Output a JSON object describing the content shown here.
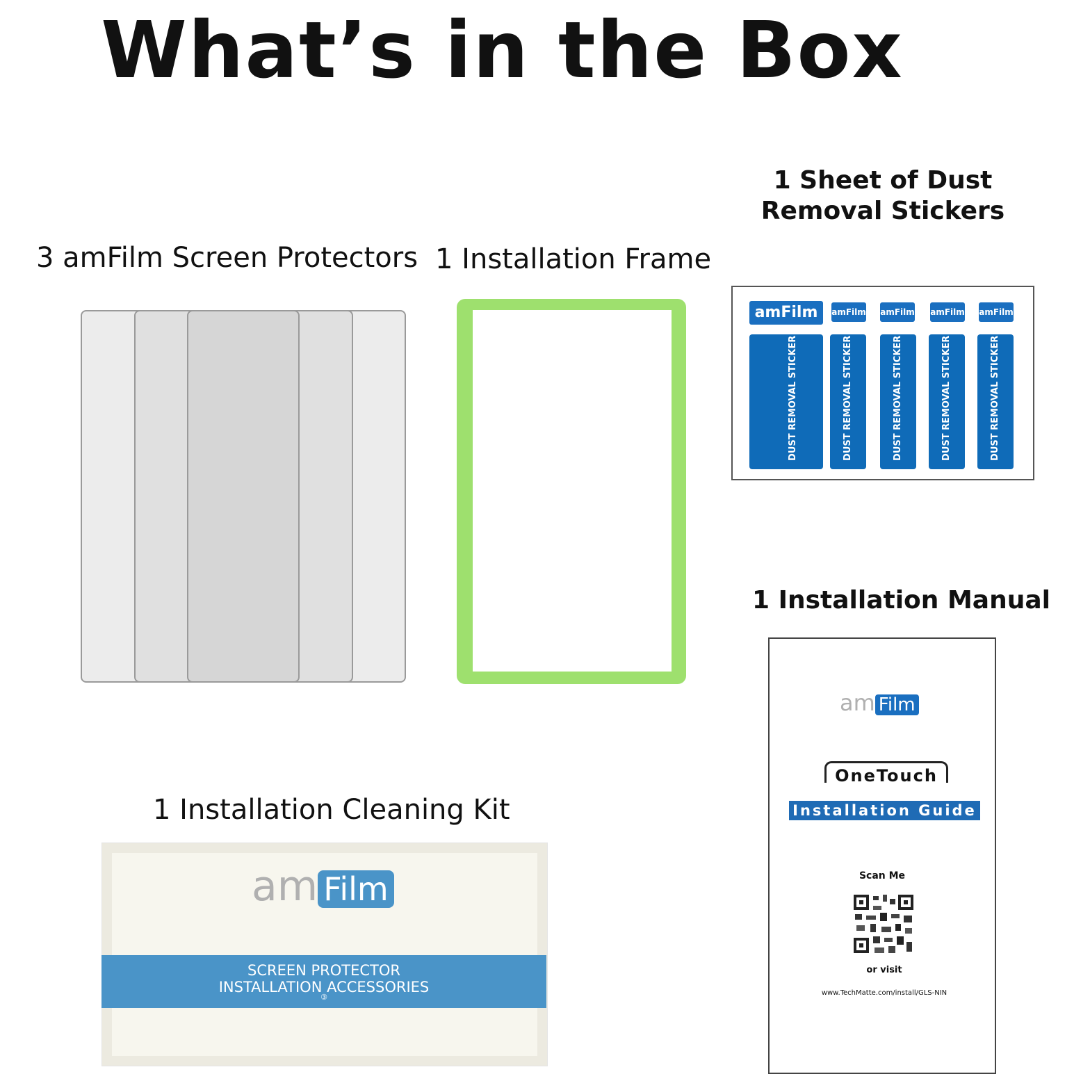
{
  "title": "What’s in the Box",
  "items": {
    "protectors": {
      "label": "3 amFilm Screen Protectors"
    },
    "frame": {
      "label": "1 Installation Frame"
    },
    "stickers": {
      "label_line1": "1 Sheet of Dust",
      "label_line2": "Removal Stickers",
      "strip_text": "DUST REMOVAL STICKER",
      "brand_am": "am",
      "brand_film": "Film"
    },
    "manual": {
      "label": "1 Installation Manual",
      "brand_am": "am",
      "brand_film": "Film",
      "onetouch": "OneTouch",
      "guide": "Installation Guide",
      "scan": "Scan Me",
      "or_visit": "or visit",
      "url": "www.TechMatte.com/install/GLS-NIN"
    },
    "kit": {
      "label": "1 Installation Cleaning Kit",
      "brand_am": "am",
      "brand_film": "Film",
      "line1": "SCREEN PROTECTOR",
      "line2": "INSTALLATION ACCESSORIES",
      "number": "③"
    }
  },
  "colors": {
    "frame_green": "#9ee06e",
    "brand_blue": "#1a6fc0",
    "kit_band": "#4a94c8"
  }
}
